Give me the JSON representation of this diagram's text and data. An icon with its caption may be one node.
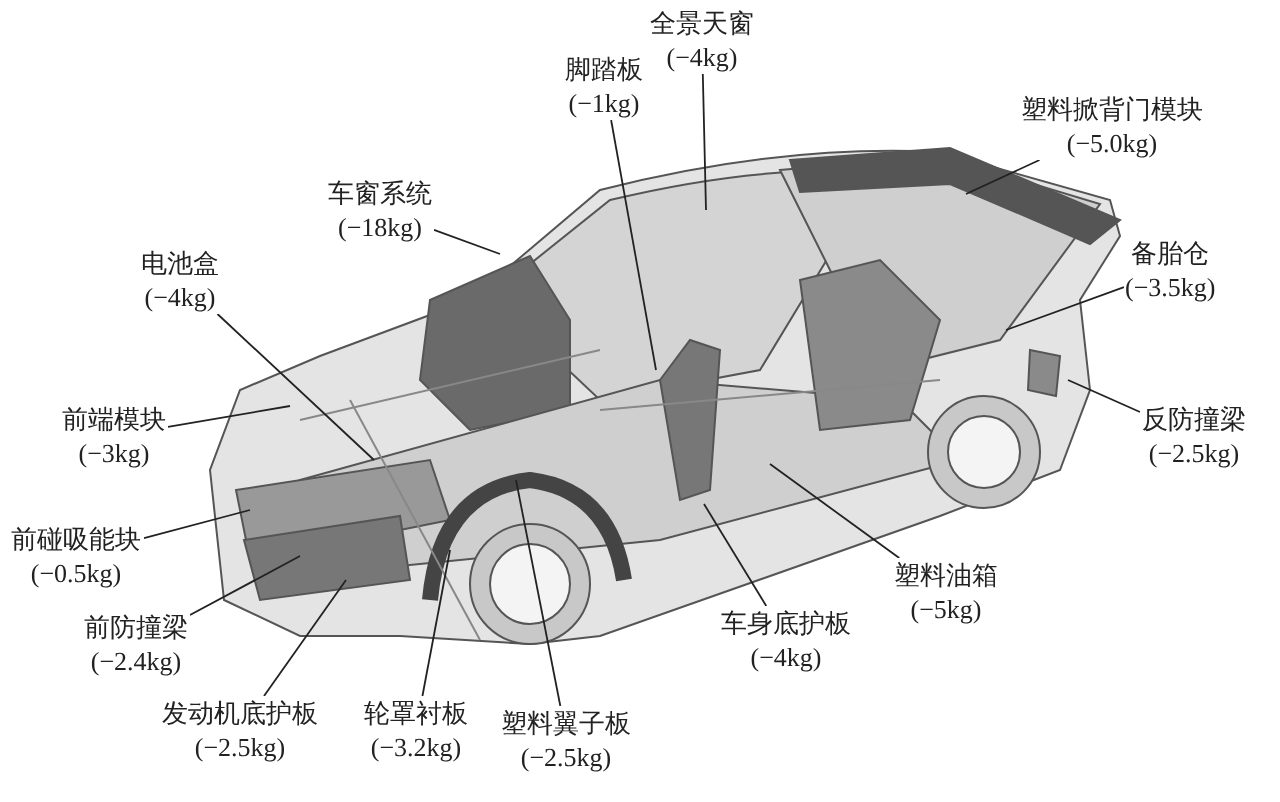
{
  "diagram": {
    "nodes": [
      {
        "text": [
          "脚踏板",
          "(−1kg)"
        ]
      },
      {
        "text": [
          "全景天窗",
          "(−4kg)"
        ]
      },
      {
        "text": [
          "塑料掀背门模块",
          "(−5.0kg)"
        ]
      },
      {
        "text": [
          "车窗系统",
          "(−18kg)"
        ]
      },
      {
        "text": [
          "电池盒",
          "(−4kg)"
        ]
      },
      {
        "text": [
          "备胎仓",
          "(−3.5kg)"
        ]
      },
      {
        "text": [
          "前端模块",
          "(−3kg)"
        ]
      },
      {
        "text": [
          "反防撞梁",
          "(−2.5kg)"
        ]
      },
      {
        "text": [
          "前碰吸能块",
          "(−0.5kg)"
        ]
      },
      {
        "text": [
          "前防撞梁",
          "(−2.4kg)"
        ]
      },
      {
        "text": [
          "塑料油箱",
          "(−5kg)"
        ]
      },
      {
        "text": [
          "车身底护板",
          "(−4kg)"
        ]
      },
      {
        "text": [
          "发动机底护板",
          "(−2.5kg)"
        ]
      },
      {
        "text": [
          "轮罩衬板",
          "(−3.2kg)"
        ]
      },
      {
        "text": [
          "塑料翼子板",
          "(−2.5kg)"
        ]
      }
    ],
    "edges": [
      {
        "from": 0,
        "to": null,
        "arrow": "none"
      },
      {
        "from": 1,
        "to": null,
        "arrow": "none"
      },
      {
        "from": 2,
        "to": null,
        "arrow": "none"
      },
      {
        "from": 3,
        "to": null,
        "arrow": "none"
      },
      {
        "from": 4,
        "to": null,
        "arrow": "none"
      },
      {
        "from": 5,
        "to": null,
        "arrow": "none"
      },
      {
        "from": 6,
        "to": null,
        "arrow": "none"
      },
      {
        "from": 7,
        "to": null,
        "arrow": "none"
      },
      {
        "from": 8,
        "to": null,
        "arrow": "none"
      },
      {
        "from": 9,
        "to": null,
        "arrow": "none"
      },
      {
        "from": 10,
        "to": null,
        "arrow": "none"
      },
      {
        "from": 11,
        "to": null,
        "arrow": "none"
      },
      {
        "from": 12,
        "to": null,
        "arrow": "none"
      },
      {
        "from": 13,
        "to": null,
        "arrow": "none"
      },
      {
        "from": 14,
        "to": null,
        "arrow": "none"
      }
    ]
  }
}
